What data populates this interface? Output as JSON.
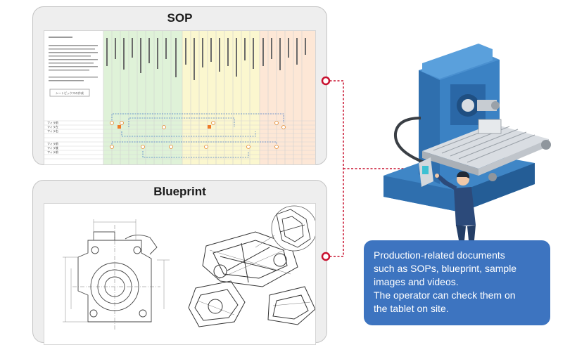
{
  "tablets": [
    {
      "title": "SOP"
    },
    {
      "title": "Blueprint"
    }
  ],
  "sop_sheet": {
    "row_labels": [
      "フィラ前",
      "フィラ左",
      "フィラ右",
      "フィラ前",
      "フィラ後",
      "フィラ前"
    ],
    "button_label": "シートピックスの作成",
    "zone_colors": [
      "#dff2d8",
      "#fbf7cf",
      "#fde7d6"
    ]
  },
  "callout": {
    "lines": [
      "Production-related documents",
      "such as SOPs, blueprint, sample",
      "images and videos.",
      "The operator can check them on",
      "the tablet on site."
    ],
    "background": "#3d74c0"
  },
  "connector_color": "#c8102e",
  "machine_color": "#3f86c6"
}
